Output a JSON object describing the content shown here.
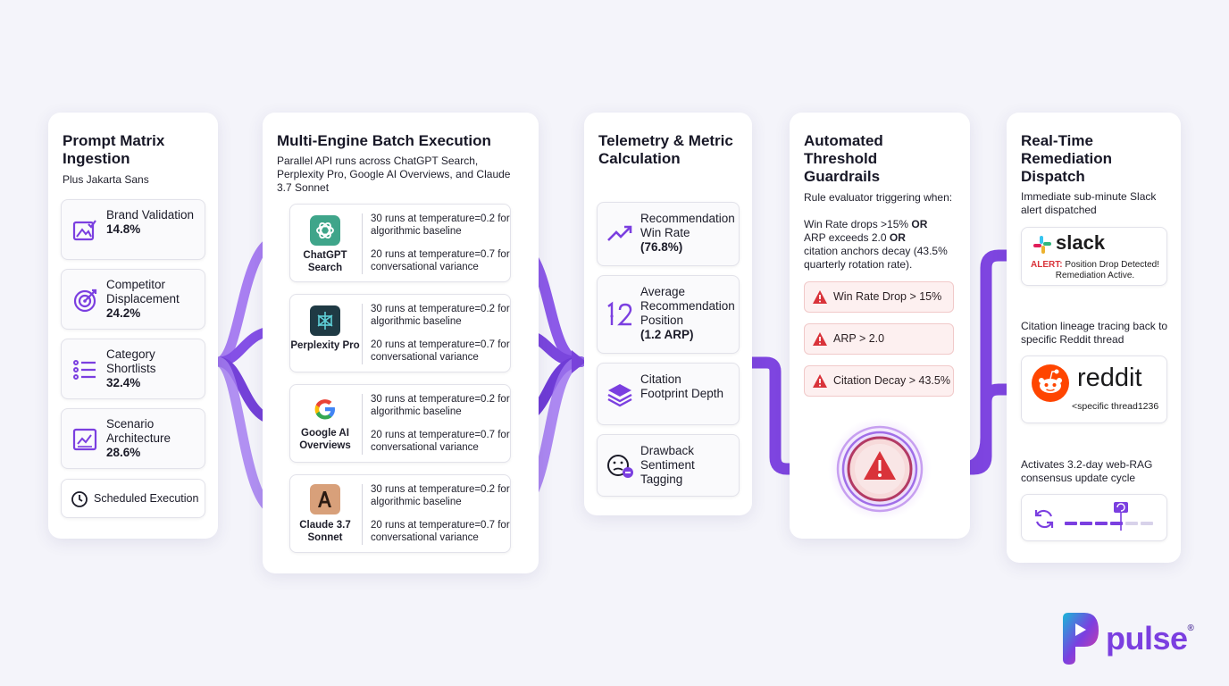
{
  "colors": {
    "accent": "#7b3fe0",
    "flow": "#8a55e6",
    "alert_red": "#d9333a",
    "alert_bg": "#fdf0f0",
    "chatgpt_bg": "#3fa58a",
    "perplexity_bg": "#1f3a44",
    "claude_bg": "#d8a07a",
    "reddit_orange": "#ff4500"
  },
  "ingestion": {
    "title": "Prompt Matrix Ingestion",
    "font_note": "Plus Jakarta Sans",
    "items": [
      {
        "name": "Brand Validation",
        "value": "14.8%",
        "icon": "image-check-icon"
      },
      {
        "name": "Competitor Displacement",
        "value": "24.2%",
        "icon": "target-icon"
      },
      {
        "name": "Category Shortlists",
        "value": "32.4%",
        "icon": "list-icon"
      },
      {
        "name": "Scenario Architecture",
        "value": "28.6%",
        "icon": "chart-check-icon"
      }
    ],
    "schedule_label": "Scheduled Execution"
  },
  "batch": {
    "title": "Multi-Engine Batch Execution",
    "description": "Parallel API runs across ChatGPT Search, Perplexity Pro, Google AI Overviews, and Claude 3.7 Sonnet",
    "run_a": "30 runs at temperature=0.2 for algorithmic baseline",
    "run_b": "20 runs at temperature=0.7 for conversational variance",
    "engines": [
      {
        "name": "ChatGPT Search",
        "icon": "chatgpt-logo-icon"
      },
      {
        "name": "Perplexity Pro",
        "icon": "perplexity-logo-icon"
      },
      {
        "name": "Google AI Overviews",
        "icon": "google-logo-icon"
      },
      {
        "name": "Claude 3.7 Sonnet",
        "icon": "anthropic-logo-icon"
      }
    ]
  },
  "telemetry": {
    "title": "Telemetry & Metric Calculation",
    "metrics": [
      {
        "label": "Recommendation Win Rate",
        "value": "(76.8%)",
        "icon": "trend-up-icon"
      },
      {
        "label": "Average Recommendation Position",
        "value": "(1.2 ARP)",
        "icon": "rank-1-2-icon"
      },
      {
        "label": "Citation Footprint Depth",
        "value": "",
        "icon": "layers-icon"
      },
      {
        "label": "Drawback Sentiment Tagging",
        "value": "",
        "icon": "sentiment-minus-icon"
      }
    ]
  },
  "guardrails": {
    "title": "Automated Threshold Guardrails",
    "trigger_intro": "Rule evaluator triggering when:",
    "cond_1": "Win Rate drops >15%",
    "cond_2": "ARP exceeds 2.0",
    "cond_3": "citation anchors decay (43.5% quarterly rotation rate).",
    "or_word": "OR",
    "alerts": [
      "Win Rate Drop > 15%",
      "ARP > 2.0",
      "Citation Decay > 43.5%"
    ]
  },
  "remediation": {
    "title": "Real-Time Remediation Dispatch",
    "slack_intro": "Immediate sub-minute Slack alert dispatched",
    "slack_brand": "slack",
    "slack_alert_prefix": "ALERT:",
    "slack_alert_text": "Position Drop Detected!",
    "slack_alert_text_2": "Remediation Active.",
    "reddit_intro": "Citation lineage tracing back to specific Reddit thread",
    "reddit_brand": "reddit",
    "reddit_thread": "<specific thread1236",
    "rag_intro": "Activates 3.2-day web-RAG consensus update cycle"
  },
  "brand": {
    "name": "pulse",
    "mark": "®"
  }
}
